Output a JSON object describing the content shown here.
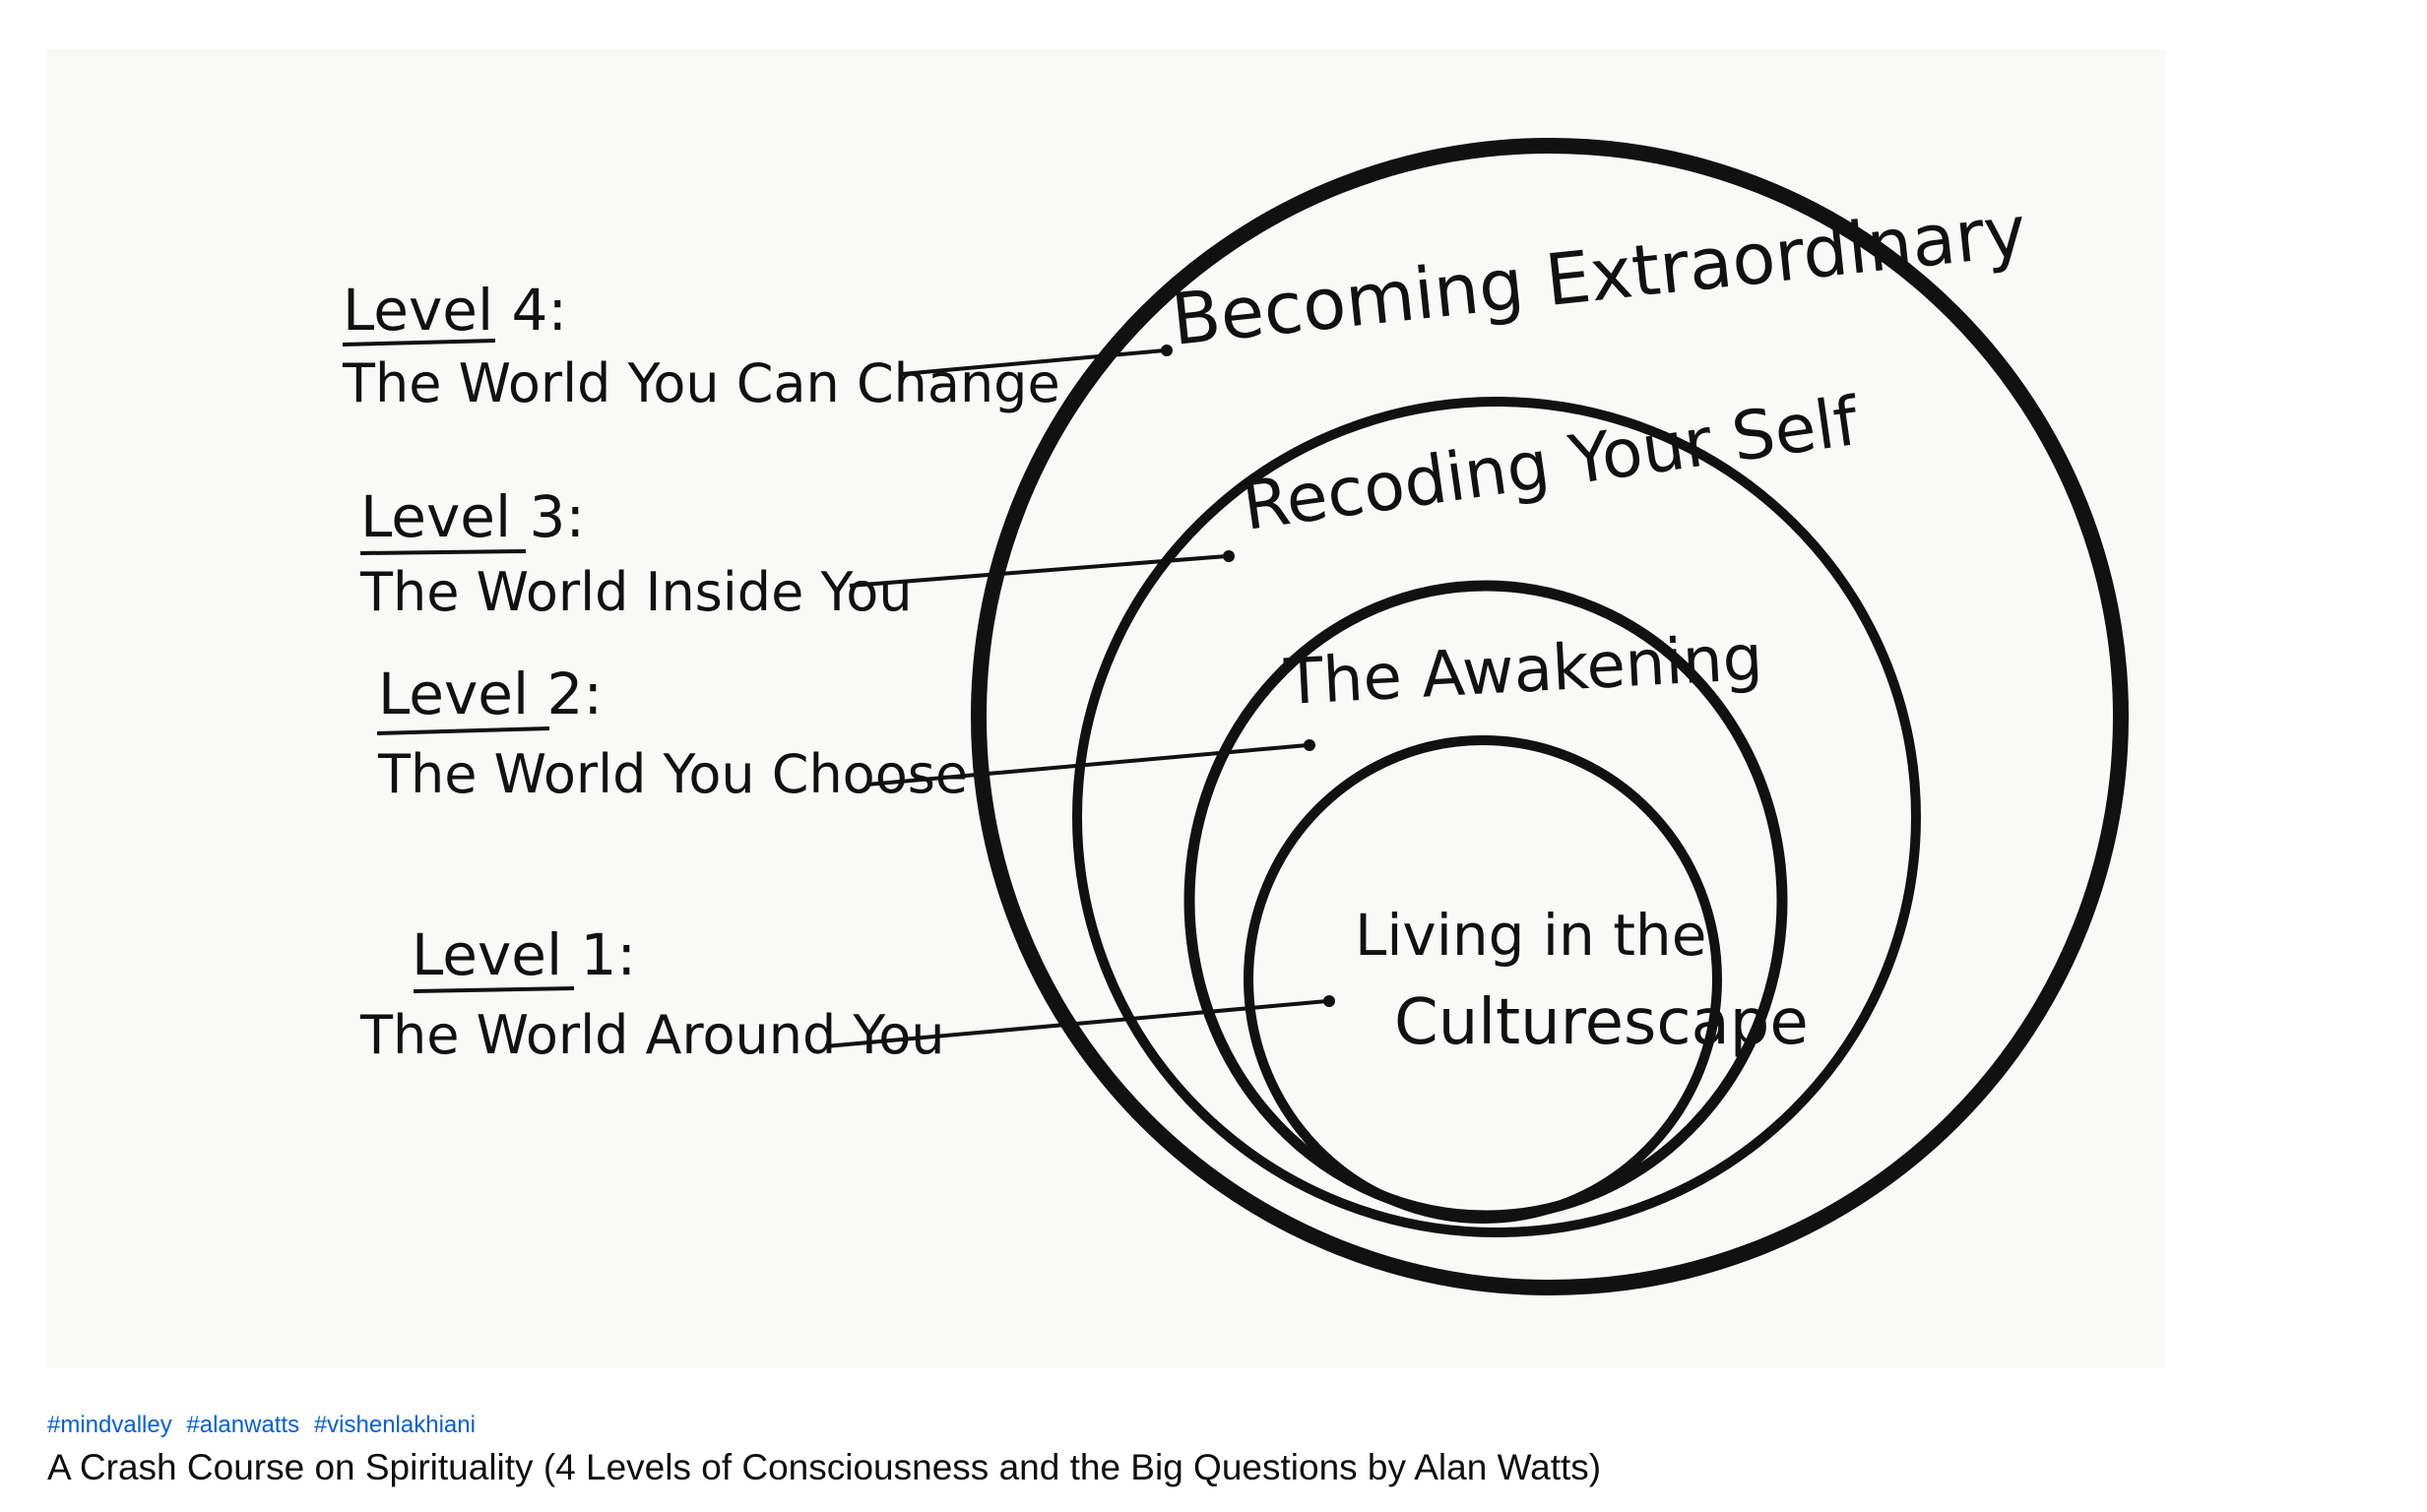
{
  "video": {
    "hashtags": [
      "#mindvalley",
      "#alanwatts",
      "#vishenlakhiani"
    ],
    "title": "A Crash Course on Spirituality (4 Levels of Consciousness and the Big Questions by Alan Watts)"
  },
  "diagram": {
    "levels": [
      {
        "level": "Level 4:",
        "world": "The World You Can Change",
        "ring": "Becoming Extraordinary"
      },
      {
        "level": "Level 3:",
        "world": "The World Inside You",
        "ring": "Recoding Your Self"
      },
      {
        "level": "Level 2:",
        "world": "The World You Choose",
        "ring": "The Awakening"
      },
      {
        "level": "Level 1:",
        "world": "The World Around You",
        "ring_line1": "Living in the",
        "ring_line2": "Culturescape"
      }
    ]
  }
}
